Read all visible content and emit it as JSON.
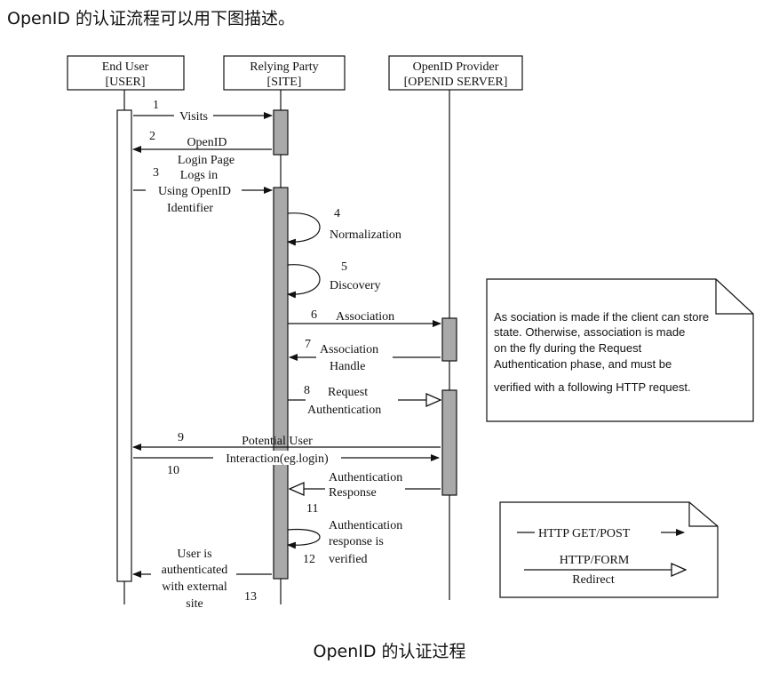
{
  "intro_text": "OpenID 的认证流程可以用下图描述。",
  "caption": "OpenID 的认证过程",
  "participants": {
    "user": {
      "line1": "End User",
      "line2": "[USER]"
    },
    "site": {
      "line1": "Relying Party",
      "line2": "[SITE]"
    },
    "server": {
      "line1": "OpenID Provider",
      "line2": "[OPENID SERVER]"
    }
  },
  "steps": {
    "s1": {
      "num": "1",
      "label": "Visits"
    },
    "s2": {
      "num": "2",
      "label1": "OpenID",
      "label2": "Login Page"
    },
    "s3": {
      "num": "3",
      "label1": "Logs in",
      "label2": "Using OpenID",
      "label3": "Identifier"
    },
    "s4": {
      "num": "4",
      "label": "Normalization"
    },
    "s5": {
      "num": "5",
      "label": "Discovery"
    },
    "s6": {
      "num": "6",
      "label": "Association"
    },
    "s7": {
      "num": "7",
      "label1": "Association",
      "label2": "Handle"
    },
    "s8": {
      "num": "8",
      "label1": "Request",
      "label2": "Authentication"
    },
    "s9": {
      "num": "9",
      "label": "Potential User"
    },
    "s10": {
      "num": "10",
      "label": "Interaction(eg.login)"
    },
    "s11": {
      "num": "11",
      "label1": "Authentication",
      "label2": "Response"
    },
    "s12": {
      "num": "12",
      "label1": "Authentication",
      "label2": "response is",
      "label3": "verified"
    },
    "s13": {
      "num": "13",
      "label1": "User is",
      "label2": "authenticated",
      "label3": "with external",
      "label4": "site"
    }
  },
  "note": {
    "line1": "As sociation is made if the client can store",
    "line2": "state. Otherwise, association is made",
    "line3": "on the fly during the Request",
    "line4": "Authentication phase, and must be",
    "line5": "verified with a following HTTP request."
  },
  "legend": {
    "get_post": "HTTP GET/POST",
    "form1": "HTTP/FORM",
    "form2": "Redirect"
  }
}
